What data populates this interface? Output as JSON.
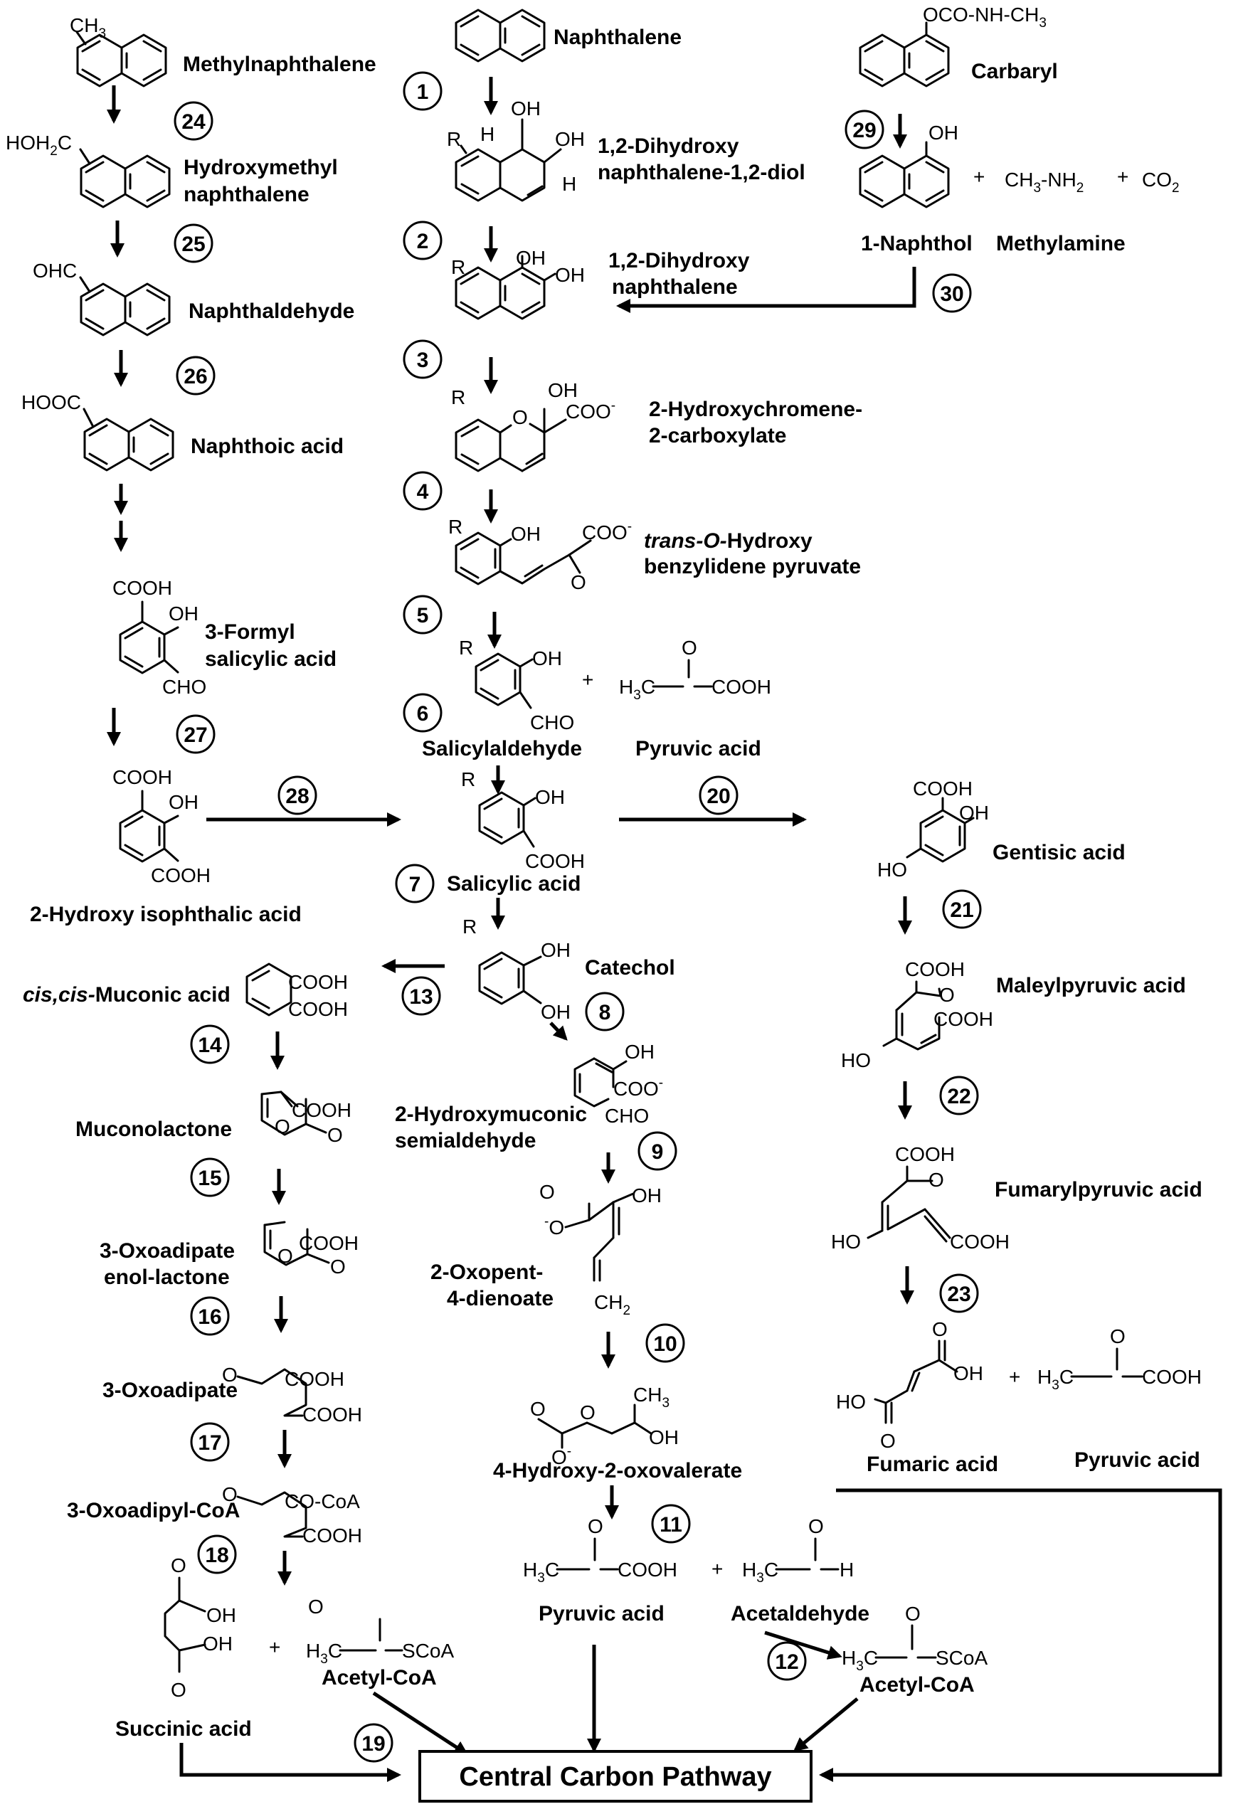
{
  "compounds": {
    "methylnaphthalene": "Methylnaphthalene",
    "hydroxymethyl_1": "Hydroxymethyl",
    "hydroxymethyl_2": "naphthalene",
    "naphthaldehyde": "Naphthaldehyde",
    "naphthoic_acid": "Naphthoic acid",
    "formyl_salicylic_1": "3-Formyl",
    "formyl_salicylic_2": "salicylic acid",
    "hydroxy_isophthalic": "2-Hydroxy  isophthalic acid",
    "naphthalene": "Naphthalene",
    "dihydroxy_diol_1": "1,2-Dihydroxy",
    "dihydroxy_diol_2": "naphthalene-1,2-diol",
    "dihydroxy_naph_1": "1,2-Dihydroxy",
    "dihydroxy_naph_2": "naphthalene",
    "hydroxychromene_1": "2-Hydroxychromene-",
    "hydroxychromene_2": "2-carboxylate",
    "trans_prefix": "trans-O-",
    "trans_rest": "Hydroxy",
    "benzylidene": "benzylidene pyruvate",
    "salicylaldehyde": "Salicylaldehyde",
    "pyruvic_acid": "Pyruvic  acid",
    "salicylic_acid": "Salicylic acid",
    "catechol": "Catechol",
    "carbaryl": "Carbaryl",
    "naphthol": "1-Naphthol",
    "methylamine": "Methylamine",
    "gentisic_acid": "Gentisic acid",
    "maleylpyruvic_acid": "Maleylpyruvic acid",
    "fumarylpyruvic_acid": "Fumarylpyruvic acid",
    "fumaric_acid": "Fumaric acid",
    "pyruvic_acid_right": "Pyruvic acid",
    "cis_prefix": "cis,cis-",
    "muconic_acid": "Muconic acid",
    "muconolactone": "Muconolactone",
    "oxoadipate_enol_1": "3-Oxoadipate",
    "oxoadipate_enol_2": "enol-lactone",
    "oxoadipate": "3-Oxoadipate",
    "oxoadipyl_coa": "3-Oxoadipyl-CoA",
    "succinic_acid": "Succinic acid",
    "acetyl_coa_left": "Acetyl-CoA",
    "hydroxymuconic_1": "2-Hydroxymuconic",
    "hydroxymuconic_2": "semialdehyde",
    "oxopent_1": "2-Oxopent-",
    "oxopent_2": "4-dienoate",
    "hydroxy_oxovalerate": "4-Hydroxy-2-oxovalerate",
    "pyruvic_acid_mid": "Pyruvic acid",
    "acetaldehyde": "Acetaldehyde",
    "acetyl_coa_right": "Acetyl-CoA",
    "central": "Central Carbon Pathway"
  },
  "formulas": {
    "ch3": "CH",
    "ch3_sub": "3",
    "hoh2c_a": "HOH",
    "hoh2c_sub": "2",
    "hoh2c_b": "C",
    "ohc": "OHC",
    "hooc": "HOOC",
    "cooh": "COOH",
    "oh": "OH",
    "ho": "HO",
    "h": "H",
    "r": "R",
    "o": "O",
    "cho": "CHO",
    "coo": "COO",
    "minus": "-",
    "carbaryl_group": "OCO-NH-CH",
    "carbaryl_sub": "3",
    "plus": "+",
    "ch3nh2_a": "CH",
    "ch3nh2_sub3": "3",
    "ch3nh2_b": "-NH",
    "ch3nh2_sub2": "2",
    "co2_a": "CO",
    "co2_sub": "2",
    "h3c": "H",
    "h3c_sub": "3",
    "h3c_c": "C",
    "ch2": "CH",
    "ch2_sub": "2",
    "co_coa": "CO-CoA",
    "scoa": "SCoA"
  },
  "steps": [
    "1",
    "2",
    "3",
    "4",
    "5",
    "6",
    "7",
    "8",
    "9",
    "10",
    "11",
    "12",
    "13",
    "14",
    "15",
    "16",
    "17",
    "18",
    "19",
    "20",
    "21",
    "22",
    "23",
    "24",
    "25",
    "26",
    "27",
    "28",
    "29",
    "30"
  ]
}
